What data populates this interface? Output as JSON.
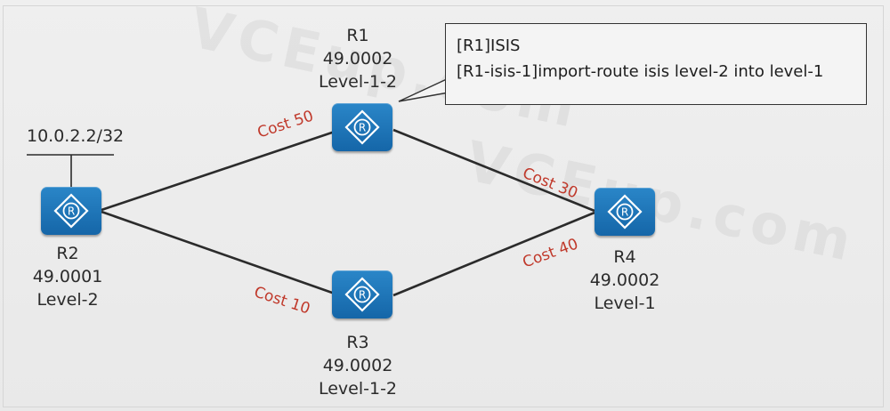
{
  "routers": [
    {
      "id": "r1",
      "name": "R1",
      "area": "49.0002",
      "level": "Level-1-2"
    },
    {
      "id": "r2",
      "name": "R2",
      "area": "49.0001",
      "level": "Level-2"
    },
    {
      "id": "r3",
      "name": "R3",
      "area": "49.0002",
      "level": "Level-1-2"
    },
    {
      "id": "r4",
      "name": "R4",
      "area": "49.0002",
      "level": "Level-1"
    }
  ],
  "links": [
    {
      "from": "R2",
      "to": "R1",
      "cost": "Cost 50"
    },
    {
      "from": "R1",
      "to": "R4",
      "cost": "Cost 30"
    },
    {
      "from": "R2",
      "to": "R3",
      "cost": "Cost 10"
    },
    {
      "from": "R3",
      "to": "R4",
      "cost": "Cost 40"
    }
  ],
  "network": {
    "prefix": "10.0.2.2/32"
  },
  "callout": {
    "line1": "[R1]ISIS",
    "line2": "[R1-isis-1]import-route isis level-2 into level-1"
  },
  "watermark": {
    "text": "VCEup.com"
  },
  "colors": {
    "router": "#1d74b8",
    "cost": "#c0392b",
    "line": "#2b2b2b"
  },
  "icon": "router-icon"
}
